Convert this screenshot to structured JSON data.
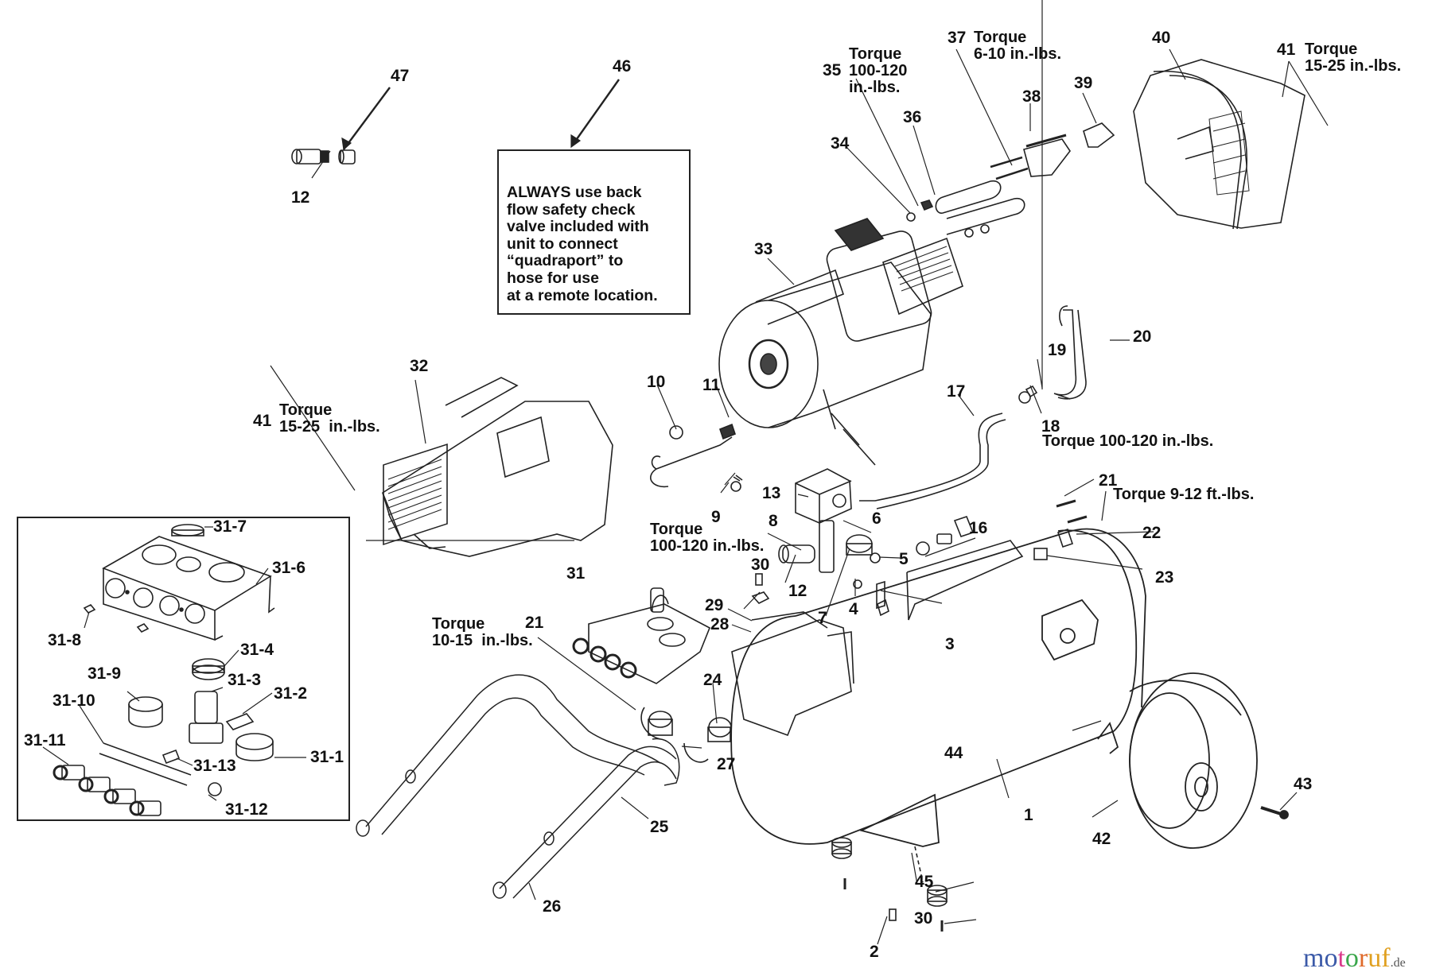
{
  "diagram": {
    "type": "exploded-parts-diagram",
    "subject": "Portable air compressor assembly",
    "warning_note": {
      "target_part": "46",
      "icon": "check-valve-fitting-icon",
      "lines": [
        "ALWAYS use back",
        "flow safety check",
        "valve included with",
        "unit to connect",
        "“quadraport” to",
        "hose for use",
        "at a remote location."
      ]
    },
    "inset": {
      "assembly": "31",
      "labels": [
        "31-1",
        "31-2",
        "31-3",
        "31-4",
        "31-6",
        "31-7",
        "31-8",
        "31-9",
        "31-10",
        "31-11",
        "31-12",
        "31-13"
      ]
    },
    "labels": [
      {
        "id": "p1",
        "text": "1"
      },
      {
        "id": "p2",
        "text": "2"
      },
      {
        "id": "p3",
        "text": "3"
      },
      {
        "id": "p4",
        "text": "4"
      },
      {
        "id": "p5",
        "text": "5"
      },
      {
        "id": "p6",
        "text": "6"
      },
      {
        "id": "p7",
        "text": "7"
      },
      {
        "id": "p8",
        "text": "8"
      },
      {
        "id": "p9",
        "text": "9"
      },
      {
        "id": "p10",
        "text": "10"
      },
      {
        "id": "p11",
        "text": "11"
      },
      {
        "id": "p12a",
        "text": "12"
      },
      {
        "id": "p12b",
        "text": "12"
      },
      {
        "id": "p13",
        "text": "13"
      },
      {
        "id": "p16",
        "text": "16"
      },
      {
        "id": "p17",
        "text": "17"
      },
      {
        "id": "p18",
        "text": "18"
      },
      {
        "id": "p19",
        "text": "19"
      },
      {
        "id": "p20",
        "text": "20"
      },
      {
        "id": "p21a",
        "text": "21"
      },
      {
        "id": "p21b",
        "text": "21"
      },
      {
        "id": "p22",
        "text": "22"
      },
      {
        "id": "p23",
        "text": "23"
      },
      {
        "id": "p24",
        "text": "24"
      },
      {
        "id": "p25",
        "text": "25"
      },
      {
        "id": "p26",
        "text": "26"
      },
      {
        "id": "p27",
        "text": "27"
      },
      {
        "id": "p28",
        "text": "28"
      },
      {
        "id": "p29",
        "text": "29"
      },
      {
        "id": "p30a",
        "text": "30"
      },
      {
        "id": "p30b",
        "text": "30"
      },
      {
        "id": "p31",
        "text": "31"
      },
      {
        "id": "p32",
        "text": "32"
      },
      {
        "id": "p33",
        "text": "33"
      },
      {
        "id": "p34",
        "text": "34"
      },
      {
        "id": "p35",
        "text": "35"
      },
      {
        "id": "p36",
        "text": "36"
      },
      {
        "id": "p37",
        "text": "37"
      },
      {
        "id": "p38",
        "text": "38"
      },
      {
        "id": "p39",
        "text": "39"
      },
      {
        "id": "p40",
        "text": "40"
      },
      {
        "id": "p41a",
        "text": "41"
      },
      {
        "id": "p41b",
        "text": "41"
      },
      {
        "id": "p42",
        "text": "42"
      },
      {
        "id": "p43",
        "text": "43"
      },
      {
        "id": "p44",
        "text": "44"
      },
      {
        "id": "p45",
        "text": "45"
      },
      {
        "id": "p46",
        "text": "46"
      },
      {
        "id": "p47",
        "text": "47"
      }
    ],
    "torque_notes": [
      {
        "part": "35",
        "text": "Torque\n100-120\nin.-lbs."
      },
      {
        "part": "37",
        "text": "Torque\n6-10 in.-lbs."
      },
      {
        "part": "41",
        "text": "Torque\n15-25 in.-lbs."
      },
      {
        "part": "41",
        "text": "Torque\n15-25  in.-lbs."
      },
      {
        "part": "18",
        "text": "Torque 100-120 in.-lbs."
      },
      {
        "part": "21",
        "text": "Torque 9-12 ft.-lbs."
      },
      {
        "part": "8",
        "text": "Torque\n100-120 in.-lbs."
      },
      {
        "part": "21",
        "text": "Torque\n10-15  in.-lbs."
      }
    ]
  },
  "watermark": {
    "letters": [
      {
        "ch": "m",
        "color": "#3b5aa8"
      },
      {
        "ch": "o",
        "color": "#3b5aa8"
      },
      {
        "ch": "t",
        "color": "#d93a8a"
      },
      {
        "ch": "o",
        "color": "#3aa64a"
      },
      {
        "ch": "r",
        "color": "#e06a2a"
      },
      {
        "ch": "u",
        "color": "#e0a020"
      },
      {
        "ch": "f",
        "color": "#e0a020"
      }
    ],
    "suffix": ".de"
  }
}
